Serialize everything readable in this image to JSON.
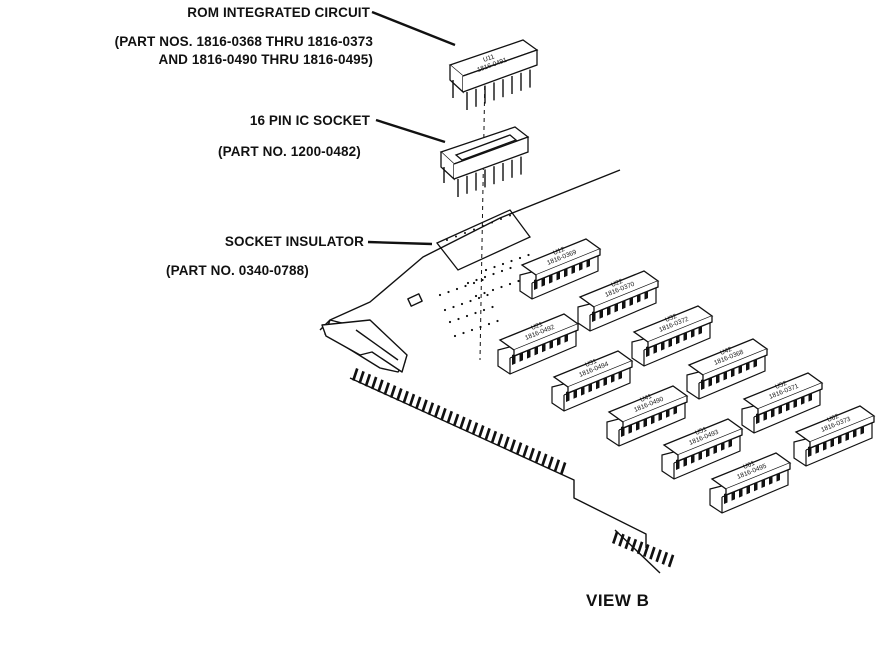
{
  "callouts": {
    "rom": {
      "title": "ROM INTEGRATED CIRCUIT",
      "line2": "(PART NOS. 1816-0368 THRU 1816-0373",
      "line3": "AND 1816-0490 THRU 1816-0495)"
    },
    "socket": {
      "title": "16 PIN IC SOCKET",
      "part": "(PART NO. 1200-0482)"
    },
    "insulator": {
      "title": "SOCKET INSULATOR",
      "part": "(PART NO. 0340-0788)"
    }
  },
  "exploded_chip": {
    "ref": "U11",
    "part": "1816-0491"
  },
  "chips": [
    {
      "ref": "U12",
      "part": "1816-0369"
    },
    {
      "ref": "U22",
      "part": "1816-0370"
    },
    {
      "ref": "U21",
      "part": "1816-0492"
    },
    {
      "ref": "U32",
      "part": "1816-0372"
    },
    {
      "ref": "U31",
      "part": "1816-0494"
    },
    {
      "ref": "U42",
      "part": "1816-0368"
    },
    {
      "ref": "U41",
      "part": "1816-0490"
    },
    {
      "ref": "U52",
      "part": "1816-0371"
    },
    {
      "ref": "U51",
      "part": "1816-0493"
    },
    {
      "ref": "U62",
      "part": "1816-0373"
    },
    {
      "ref": "U61",
      "part": "1816-0495"
    }
  ],
  "view_label": "VIEW B",
  "colors": {
    "ink": "#111111",
    "background": "#ffffff"
  }
}
